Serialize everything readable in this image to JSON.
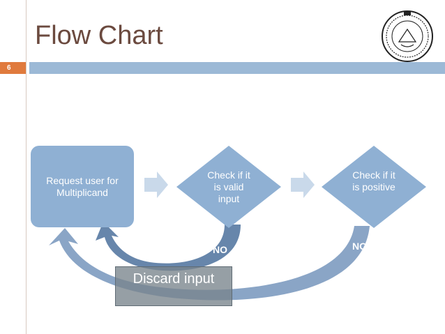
{
  "slide": {
    "title": "Flow Chart",
    "number": "6"
  },
  "diagram": {
    "start_box": "Request user for Multiplicand",
    "decision_valid": "Check if it is valid input",
    "decision_positive": "Check if it is positive",
    "no_label_1": "NO",
    "no_label_2": "NO",
    "discard_box": "Discard input"
  },
  "colors": {
    "title": "#6b4a3f",
    "accent_bar": "#9cb9d6",
    "slide_number": "#e07a3d",
    "shape_fill": "#8fb0d3",
    "arrow_light": "#c9d9ea",
    "loop_arrow": "#7d9bc0"
  }
}
